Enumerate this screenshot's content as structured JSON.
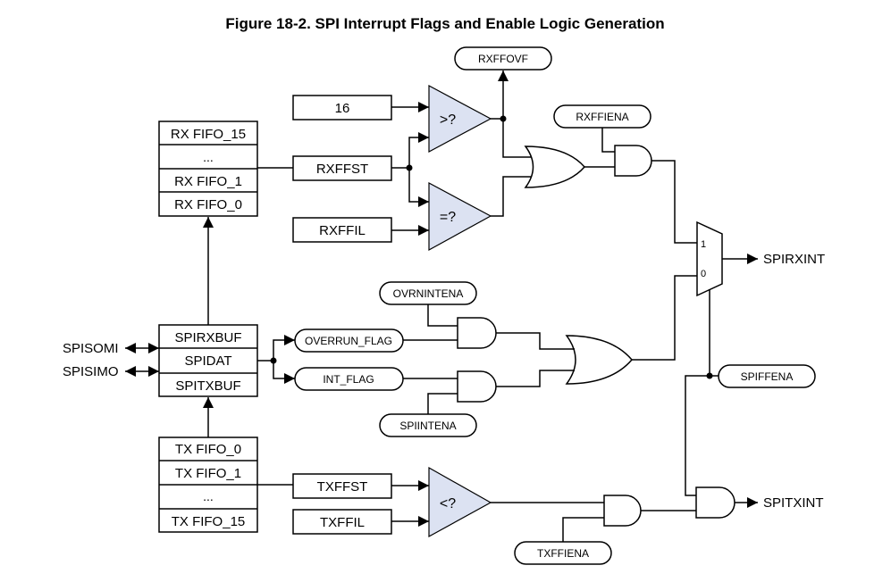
{
  "title": "Figure 18-2. SPI Interrupt Flags and Enable Logic Generation",
  "rx_fifo": [
    "RX FIFO_15",
    "...",
    "RX FIFO_1",
    "RX FIFO_0"
  ],
  "tx_fifo": [
    "TX FIFO_0",
    "TX FIFO_1",
    "...",
    "TX FIFO_15"
  ],
  "spi_regs": [
    "SPIRXBUF",
    "SPIDAT",
    "SPITXBUF"
  ],
  "boxes": {
    "sixteen": "16",
    "rxffst": "RXFFST",
    "rxffil": "RXFFIL",
    "txffst": "TXFFST",
    "txffil": "TXFFIL"
  },
  "comparators": {
    "gt": ">?",
    "eq": "=?",
    "lt": "<?"
  },
  "pills": {
    "rxffovf": "RXFFOVF",
    "rxffiena": "RXFFIENA",
    "ovrnintena": "OVRNINTENA",
    "overrun_flag": "OVERRUN_FLAG",
    "int_flag": "INT_FLAG",
    "spiintena": "SPIINTENA",
    "spiffena": "SPIFFENA",
    "txffiena": "TXFFIENA"
  },
  "mux": {
    "in1": "1",
    "in0": "0"
  },
  "pins": {
    "spisomi": "SPISOMI",
    "spisimo": "SPISIMO"
  },
  "outputs": {
    "spirxint": "SPIRXINT",
    "spitxint": "SPITXINT"
  }
}
